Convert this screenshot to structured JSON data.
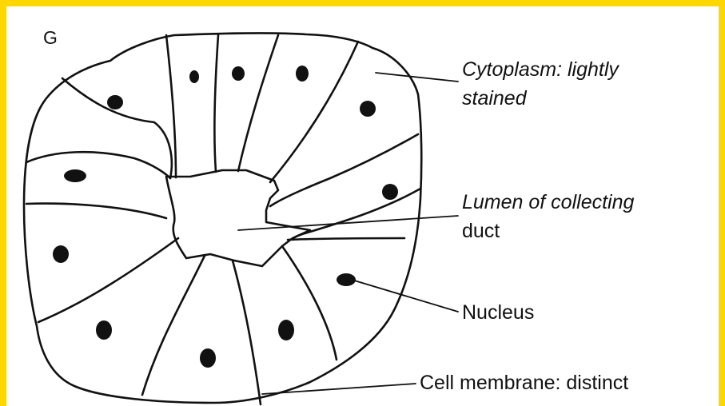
{
  "panel_label": "G",
  "labels": {
    "cytoplasm": {
      "line1": "Cytoplasm: lightly",
      "line2": "stained"
    },
    "lumen": {
      "line1": "Lumen of collecting",
      "line2": "duct"
    },
    "nucleus": "Nucleus",
    "cell_membrane": "Cell membrane: distinct"
  },
  "colors": {
    "border": "#ffd700",
    "background": "#ffffff",
    "ink": "#111111"
  }
}
